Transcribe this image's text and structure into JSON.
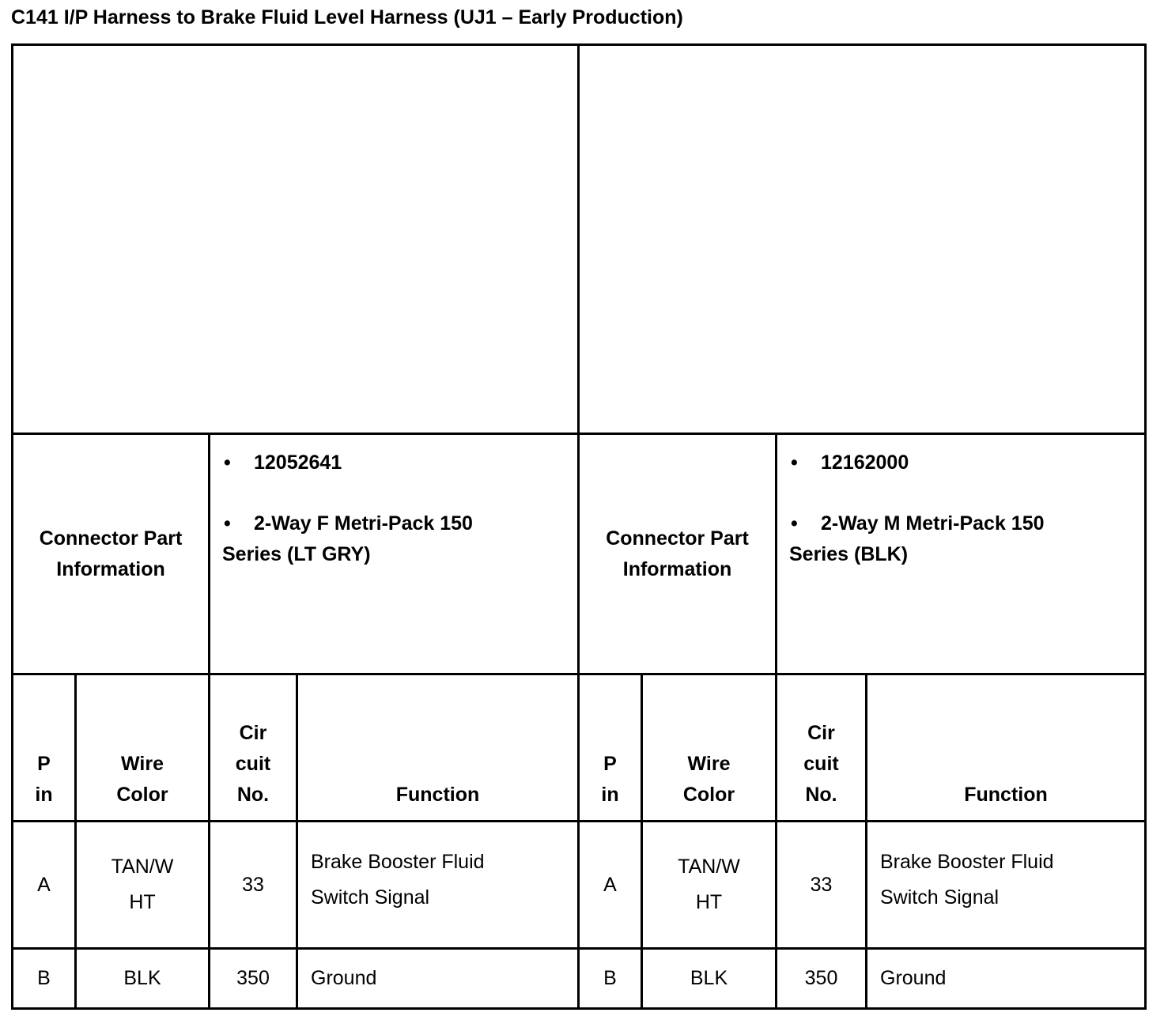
{
  "title": "C141 I/P Harness to Brake Fluid Level Harness (UJ1 – Early Production)",
  "left": {
    "pin_labels": [
      "A",
      "B"
    ],
    "connector_info_label": [
      "Connector Part",
      "Information"
    ],
    "part_number": "12052641",
    "part_desc_line1": "2-Way F Metri-Pack 150",
    "part_desc_line2": "Series (LT GRY)"
  },
  "right": {
    "pin_labels": [
      "B",
      "A"
    ],
    "connector_info_label": [
      "Connector Part",
      "Information"
    ],
    "part_number": "12162000",
    "part_desc_line1": "2-Way M Metri-Pack 150",
    "part_desc_line2": "Series (BLK)"
  },
  "headers": {
    "pin": [
      "P",
      "in"
    ],
    "wire_color": [
      "Wire",
      "Color"
    ],
    "circuit": [
      "Cir",
      "cuit",
      "No."
    ],
    "function": "Function"
  },
  "rows": [
    {
      "pin": "A",
      "wire_color": [
        "TAN/W",
        "HT"
      ],
      "circuit": "33",
      "function": [
        "Brake Booster Fluid",
        "Switch Signal"
      ]
    },
    {
      "pin": "B",
      "wire_color": [
        "BLK"
      ],
      "circuit": "350",
      "function": [
        "Ground"
      ]
    }
  ],
  "bullet": "•"
}
